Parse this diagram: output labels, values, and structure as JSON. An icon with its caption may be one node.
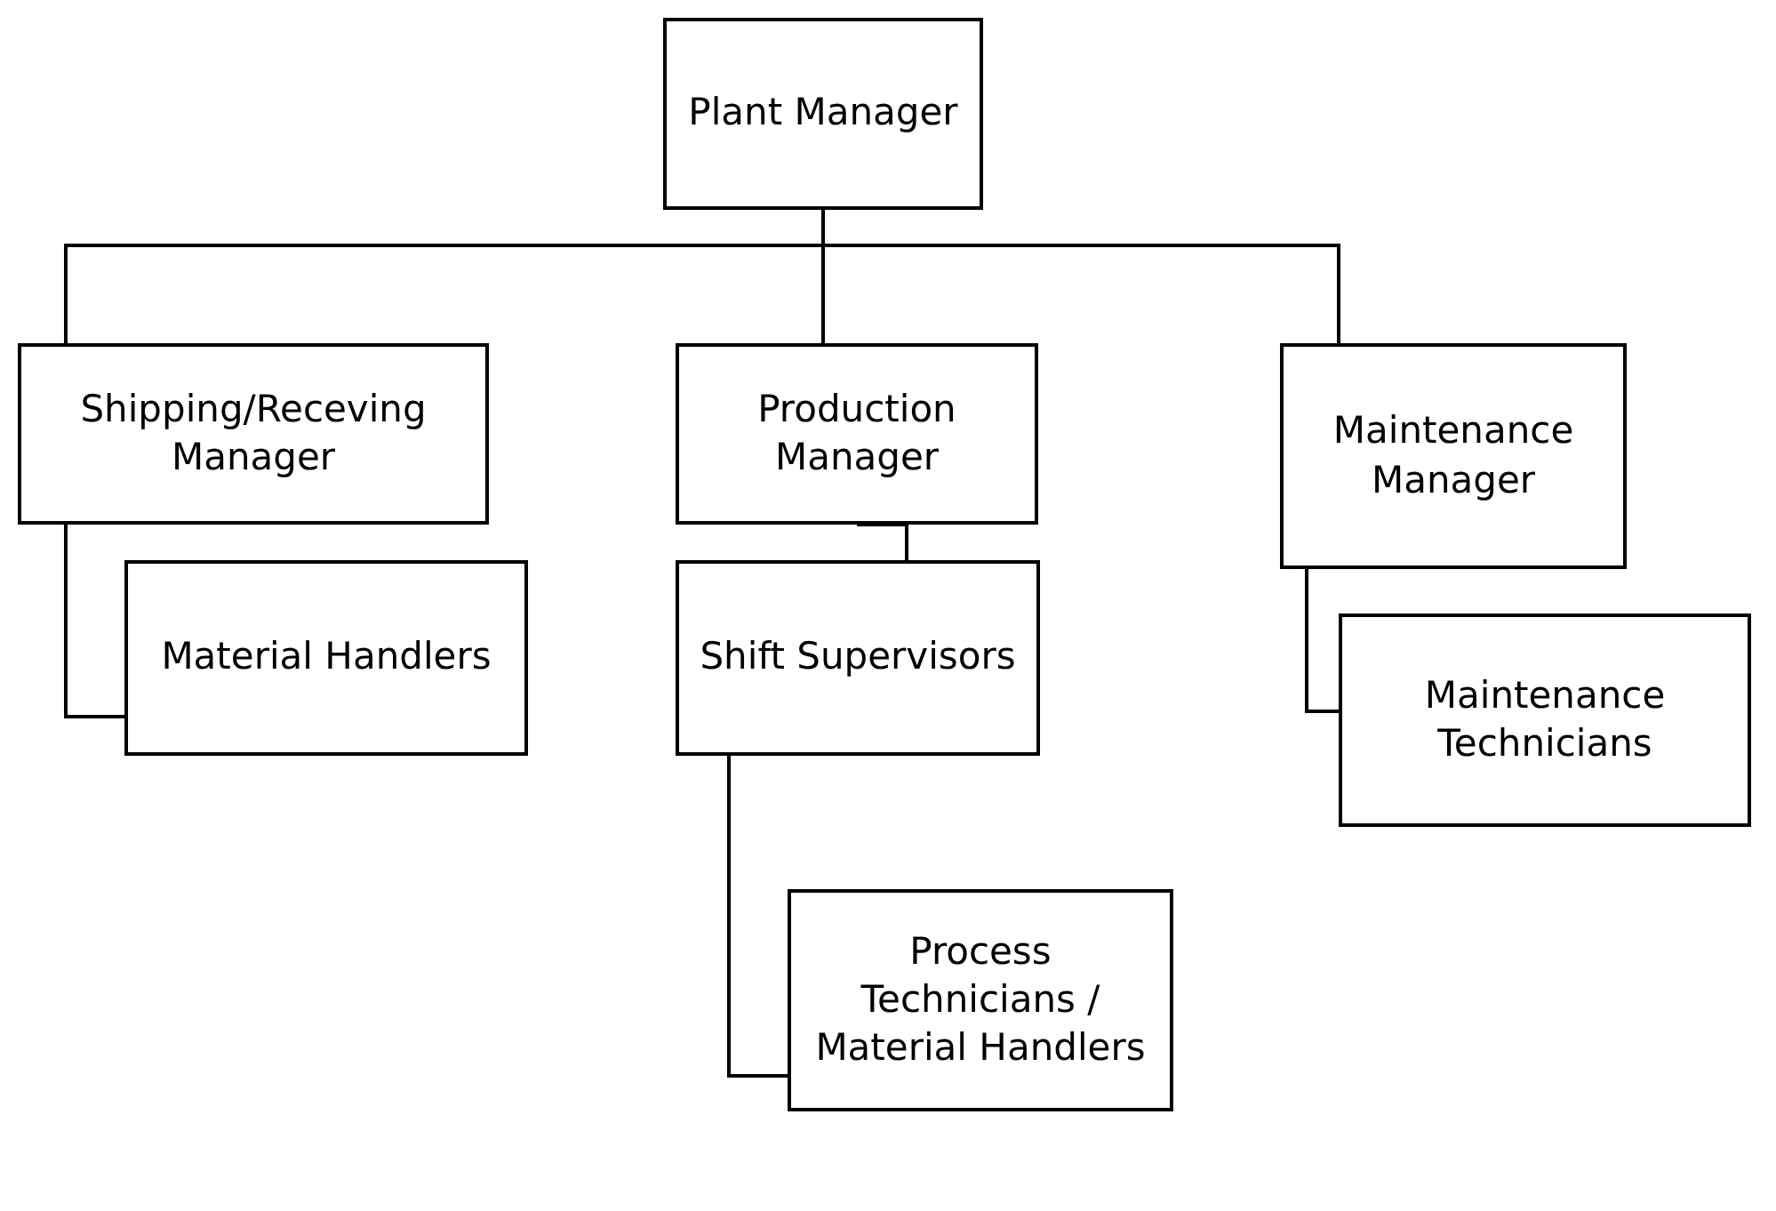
{
  "diagram": {
    "nodes": [
      {
        "text": [
          "Plant Manager"
        ]
      },
      {
        "text": [
          "Shipping/Receving Manager"
        ]
      },
      {
        "text": [
          "Production Manager"
        ]
      },
      {
        "text": [
          "Maintenance Manager"
        ]
      },
      {
        "text": [
          "Material Handlers"
        ]
      },
      {
        "text": [
          "Shift Supervisors"
        ]
      },
      {
        "text": [
          "Maintenance Technicians"
        ]
      },
      {
        "text": [
          "Process Technicians / Material Handlers"
        ]
      }
    ],
    "edges": [
      {
        "from": 0,
        "to": 1,
        "arrow": "none"
      },
      {
        "from": 0,
        "to": 2,
        "arrow": "none"
      },
      {
        "from": 0,
        "to": 3,
        "arrow": "none"
      },
      {
        "from": 1,
        "to": 4,
        "arrow": "none"
      },
      {
        "from": 2,
        "to": 5,
        "arrow": "none"
      },
      {
        "from": 3,
        "to": 6,
        "arrow": "none"
      },
      {
        "from": 5,
        "to": 7,
        "arrow": "none"
      }
    ]
  }
}
